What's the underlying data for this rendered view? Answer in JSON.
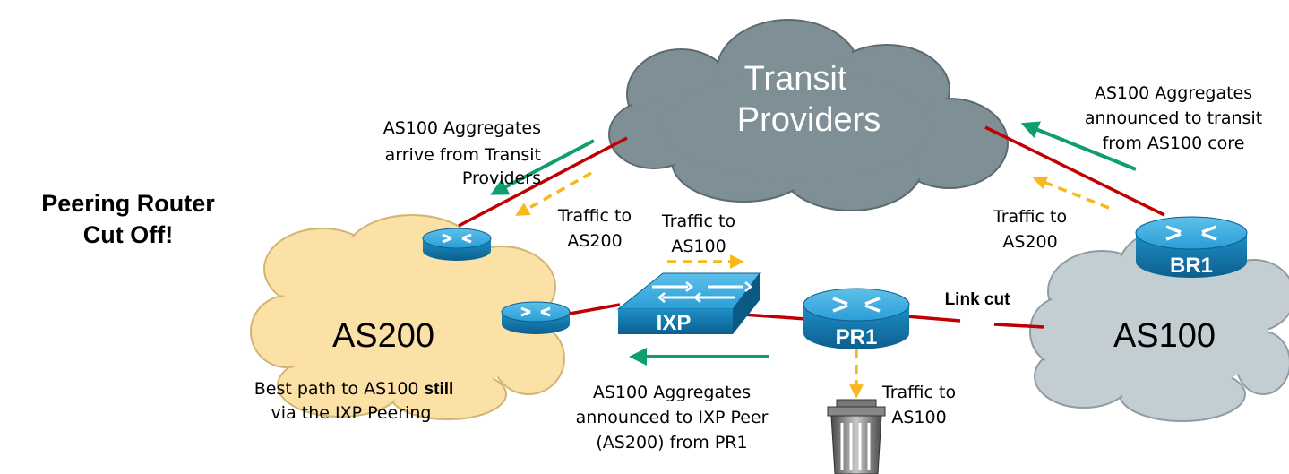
{
  "clouds": {
    "transit_line1": "Transit",
    "transit_line2": "Providers",
    "as200": "AS200",
    "as100": "AS100"
  },
  "devices": {
    "ixp": "IXP",
    "pr1": "PR1",
    "br1": "BR1"
  },
  "headline": {
    "line1": "Peering Router",
    "line2": "Cut Off!"
  },
  "labels": {
    "left_agg": [
      "AS100 Aggregates",
      "arrive from Transit",
      "Providers"
    ],
    "traffic_as200_left": [
      "Traffic to",
      "AS200"
    ],
    "traffic_as100_top": [
      "Traffic to",
      "AS100"
    ],
    "right_agg": [
      "AS100 Aggregates",
      "announced to transit",
      "from AS100 core"
    ],
    "traffic_as200_right": [
      "Traffic to",
      "AS200"
    ],
    "link_cut": "Link cut",
    "best_path_1a": "Best path to AS100 ",
    "best_path_1b": "still",
    "best_path_2": "via the IXP Peering",
    "ixp_agg": [
      "AS100 Aggregates",
      "announced to IXP Peer",
      "(AS200) from PR1"
    ],
    "traffic_as100_bottom": [
      "Traffic to",
      "AS100"
    ]
  },
  "colors": {
    "transit_cloud": "#7f8f96",
    "as200_cloud": "#fbe1a6",
    "as100_cloud": "#c3ced3",
    "link": "#c00000",
    "green_arrow": "#0f9e6f",
    "orange_arrow": "#f7b81b",
    "router_blue": "#1a8cc4"
  }
}
